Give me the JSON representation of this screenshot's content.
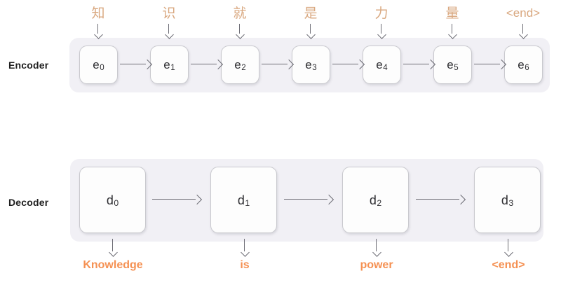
{
  "diagram": {
    "title": "Encoder-Decoder sequence-to-sequence diagram",
    "colors": {
      "panel_background": "#f1f0f5",
      "cell_background": "#fdfdfd",
      "cell_border": "#c9c9ce",
      "arrow": "#6d6d75",
      "source_token_text": "#d9a880",
      "output_token_text": "#f59153",
      "row_label_text": "#1f1f1f",
      "page_background": "#ffffff"
    }
  },
  "encoder": {
    "label": "Encoder",
    "cells": [
      {
        "name": "e",
        "index": "0"
      },
      {
        "name": "e",
        "index": "1"
      },
      {
        "name": "e",
        "index": "2"
      },
      {
        "name": "e",
        "index": "3"
      },
      {
        "name": "e",
        "index": "4"
      },
      {
        "name": "e",
        "index": "5"
      },
      {
        "name": "e",
        "index": "6"
      }
    ],
    "input_tokens": [
      "知",
      "识",
      "就",
      "是",
      "力",
      "量",
      "<end>"
    ]
  },
  "decoder": {
    "label": "Decoder",
    "cells": [
      {
        "name": "d",
        "index": "0"
      },
      {
        "name": "d",
        "index": "1"
      },
      {
        "name": "d",
        "index": "2"
      },
      {
        "name": "d",
        "index": "3"
      }
    ],
    "output_tokens": [
      "Knowledge",
      "is",
      "power",
      "<end>"
    ]
  }
}
